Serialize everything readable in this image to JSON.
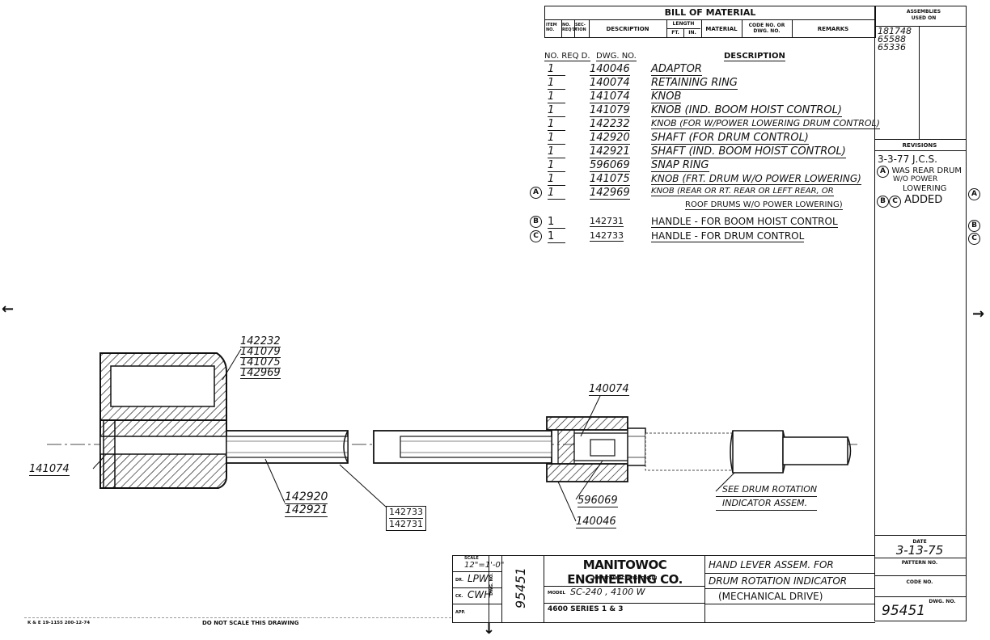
{
  "bom": {
    "title": "BILL OF MATERIAL",
    "headers": {
      "item_no": "ITEM NO.",
      "no_req": "NO. REQ'D",
      "section": "SEC- TION",
      "description": "DESCRIPTION",
      "length": "LENGTH",
      "ft": "FT.",
      "in": "IN.",
      "material": "MATERIAL",
      "code_no": "CODE NO. OR DWG. NO.",
      "remarks": "REMARKS"
    },
    "list_headers": {
      "no_reqd": "NO. REQ D.",
      "dwg_no": "DWG. NO.",
      "description": "DESCRIPTION"
    },
    "items": [
      {
        "qty": "1",
        "dwg": "140046",
        "desc": "ADAPTOR",
        "mark": ""
      },
      {
        "qty": "1",
        "dwg": "140074",
        "desc": "RETAINING RING",
        "mark": ""
      },
      {
        "qty": "1",
        "dwg": "141074",
        "desc": "KNOB",
        "mark": ""
      },
      {
        "qty": "1",
        "dwg": "141079",
        "desc": "KNOB (IND. BOOM HOIST CONTROL)",
        "mark": ""
      },
      {
        "qty": "1",
        "dwg": "142232",
        "desc": "KNOB (FOR W/POWER LOWERING DRUM CONTROL)",
        "mark": ""
      },
      {
        "qty": "1",
        "dwg": "142920",
        "desc": "SHAFT (FOR DRUM CONTROL)",
        "mark": ""
      },
      {
        "qty": "1",
        "dwg": "142921",
        "desc": "SHAFT (IND. BOOM HOIST CONTROL)",
        "mark": ""
      },
      {
        "qty": "1",
        "dwg": "596069",
        "desc": "SNAP RING",
        "mark": ""
      },
      {
        "qty": "1",
        "dwg": "141075",
        "desc": "KNOB (FRT. DRUM W/O POWER LOWERING)",
        "mark": ""
      },
      {
        "qty": "1",
        "dwg": "142969",
        "desc": "KNOB (REAR OR RT. REAR OR LEFT REAR, OR",
        "desc2": "ROOF DRUMS W/O POWER LOWERING)",
        "mark": "A"
      },
      {
        "qty": "1",
        "dwg": "142731",
        "desc": "HANDLE - FOR BOOM HOIST CONTROL",
        "mark": "B"
      },
      {
        "qty": "1",
        "dwg": "142733",
        "desc": "HANDLE - FOR DRUM CONTROL",
        "mark": "C"
      }
    ]
  },
  "assemblies": {
    "header": "ASSEMBLIES USED ON",
    "numbers": [
      "181748",
      "65588",
      "65336"
    ]
  },
  "revisions": {
    "header": "REVISIONS",
    "date_by": "3-3-77   J.C.S.",
    "line_a1": "WAS REAR DRUM",
    "line_a2": "W/O POWER",
    "line_a3": "LOWERING",
    "line_bc": "ADDED",
    "mark_a": "A",
    "mark_b": "B",
    "mark_c": "C"
  },
  "drawing": {
    "callouts": {
      "knob_stack": [
        "142232",
        "141079",
        "141075",
        "142969"
      ],
      "retaining_ring": "140074",
      "knob": "141074",
      "shafts": [
        "142920",
        "142921"
      ],
      "handles": [
        "142733",
        "142731"
      ],
      "snap_ring": "596069",
      "adaptor": "140046",
      "see_note_1": "SEE DRUM ROTATION",
      "see_note_2": "INDICATOR ASSEM."
    }
  },
  "title_block": {
    "company": "MANITOWOC ENGINEERING CO.",
    "city": "MANITOWOC, WISCONSIN",
    "title_line1": "HAND LEVER ASSEM. FOR",
    "title_line2": "DRUM ROTATION INDICATOR",
    "title_line3": "(MECHANICAL DRIVE)",
    "scale_label": "SCALE",
    "scale": "12\"=1'-0\"",
    "dr_label": "DR.",
    "dr": "LPW",
    "ck_label": "CK.",
    "ck": "CWH",
    "app_label": "APP.",
    "dwg_no_label": "DWG. NO.",
    "dwg_no_vertical": "95451",
    "model_label": "MODEL",
    "model": "SC-240 , 4100 W",
    "series": "4600 SERIES 1 & 3",
    "date_label": "DATE",
    "date": "3-13-75",
    "pattern_label": "PATTERN NO.",
    "code_label": "CODE NO.",
    "dwg_label": "DWG. NO.",
    "dwg_no": "95451"
  },
  "footer": {
    "form_no": "K & E 19-1155 200-12-74",
    "note": "DO NOT SCALE THIS DRAWING"
  }
}
